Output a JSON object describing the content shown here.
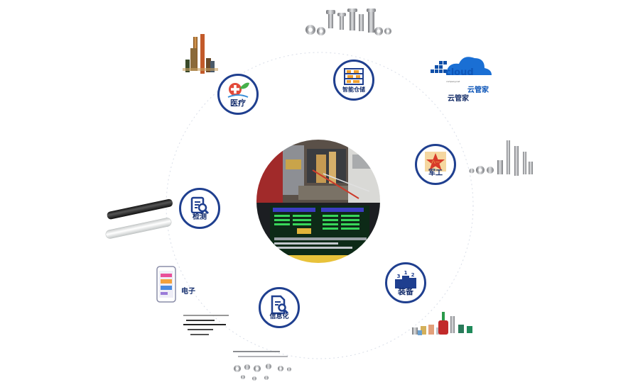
{
  "hub": {
    "photo": "factory-machine-and-monitor-photo"
  },
  "nodes": [
    {
      "id": "medical",
      "label": "医疗",
      "icon": "medical-cross-leaf-icon"
    },
    {
      "id": "warehouse",
      "label": "智能仓储",
      "icon": "warehouse-shelves-icon"
    },
    {
      "id": "military",
      "label": "军工",
      "icon": "military-star-emblem-icon"
    },
    {
      "id": "inspection",
      "label": "检测",
      "icon": "inspection-document-magnifier-icon"
    },
    {
      "id": "equipment",
      "label": "装备",
      "icon": "podium-ranking-icon"
    },
    {
      "id": "informatization",
      "label": "信息化",
      "icon": "document-search-icon"
    }
  ],
  "electronics": {
    "label": "电子",
    "icon": "smartphone-app-icon"
  },
  "cloud_logo": {
    "word": "cloud",
    "sub": "company.net",
    "cn_small": "云管家",
    "cn_label": "云管家"
  },
  "colors": {
    "ring": "#1f3f8f",
    "label": "#17306f",
    "cloud_blue": "#1a6fd4"
  }
}
